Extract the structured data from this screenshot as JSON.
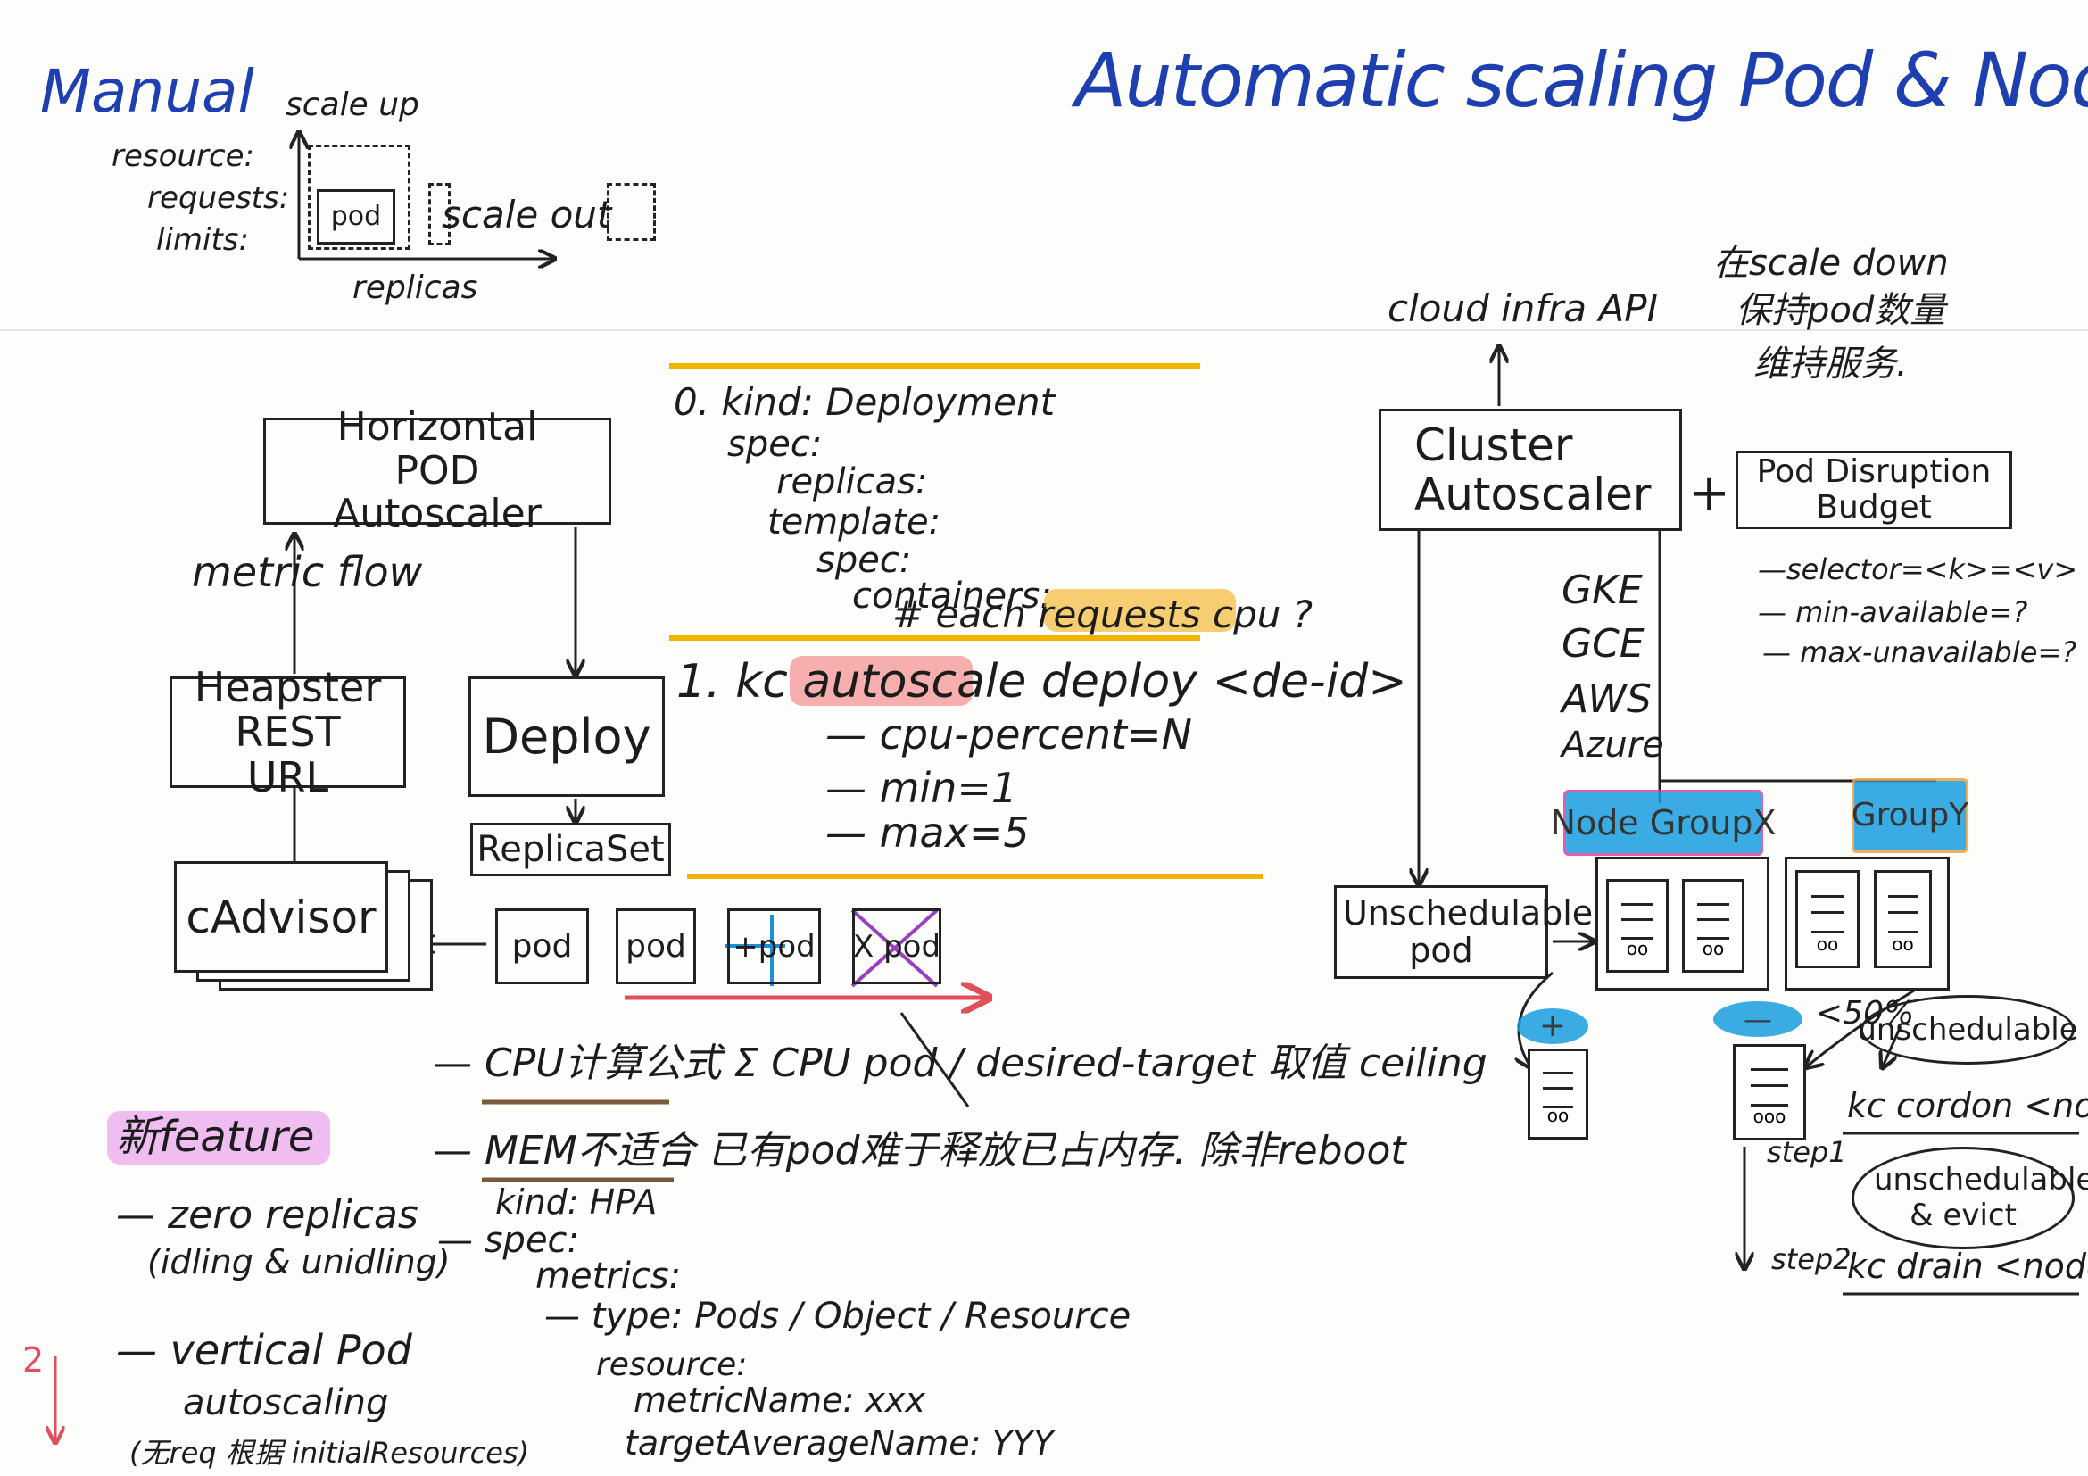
{
  "title": "Automatic scaling  Pod & Node",
  "manual": {
    "label": "Manual",
    "scale_up": "scale up",
    "resource": "resource:",
    "requests": "requests:",
    "limits": "limits:",
    "pod": "pod",
    "scale_out": "scale out",
    "replicas": "replicas"
  },
  "hpa": {
    "autoscaler": "Horizontal POD Autoscaler",
    "metric_flow": "metric flow",
    "heapster": "Heapster REST URL",
    "deploy": "Deploy",
    "replicaset": "ReplicaSet",
    "cadvisor": "cAdvisor",
    "pods": [
      "pod",
      "pod",
      "+pod",
      "X pod"
    ]
  },
  "yaml0": {
    "lines": [
      "0. kind: Deployment",
      "spec:",
      "replicas:",
      "template:",
      "spec:",
      "containers:",
      "# each requests cpu ?"
    ]
  },
  "cmd1": {
    "lines": [
      "1. kc autoscale deploy <de-id>",
      "— cpu-percent=N",
      "— min=1",
      "— max=5"
    ]
  },
  "notes": {
    "cpu": "— CPU计算公式  Σ CPU pod / desired-target 取值 ceiling",
    "mem": "— MEM不适合 已有pod难于释放已占内存. 除非reboot"
  },
  "hpa_yaml": {
    "lines": [
      "kind: HPA",
      "— spec:",
      "metrics:",
      "— type: Pods / Object / Resource",
      "resource:",
      "metricName: xxx",
      "targetAverageName: YYY"
    ]
  },
  "new_feature": {
    "label": "新feature",
    "zero": "— zero replicas",
    "zero_sub": "(idling & unidling)",
    "vertical": "— vertical Pod",
    "vertical_sub": "autoscaling",
    "vertical_note": "(无req 根据 initialResources)",
    "marker": "2"
  },
  "cluster": {
    "api": "cloud infra API",
    "autoscaler": "Cluster Autoscaler",
    "plus": "+",
    "providers": [
      "GKE",
      "GCE",
      "AWS",
      "Azure"
    ],
    "node_group_x": "Node GroupX",
    "group_y": "GroupY",
    "unschedulable_pod": "Unschedulable pod",
    "plus_badge": "+",
    "minus_badge": "—",
    "lt50": "<50%"
  },
  "pdb": {
    "title": "Pod Disruption Budget",
    "selector": "—selector=<k>=<v>",
    "min": "— min-available=?",
    "max": "— max-unavailable=?",
    "note1": "在scale down",
    "note2": "保持pod数量",
    "note3": "维持服务."
  },
  "scale_down": {
    "unschedulable": "unschedulable",
    "cordon": "kc cordon <node>",
    "step1": "step1",
    "unschedulable_evict": "unschedulable & evict",
    "step2": "step2",
    "drain": "kc drain <node>"
  }
}
